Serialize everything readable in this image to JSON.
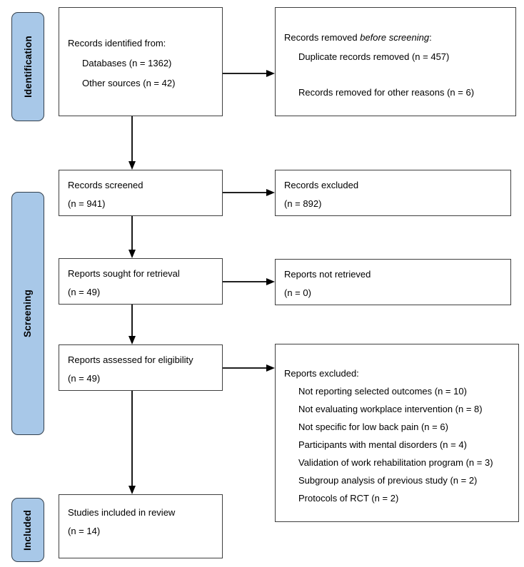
{
  "stages": [
    {
      "label": "Identification"
    },
    {
      "label": "Screening"
    },
    {
      "label": "Included"
    }
  ],
  "boxes": {
    "records_identified": {
      "title": "Records identified from:",
      "items": [
        "Databases (n = 1362)",
        "Other sources (n = 42)"
      ]
    },
    "records_removed": {
      "title_prefix": "Records removed ",
      "title_italic": "before screening",
      "title_suffix": ":",
      "items": [
        "Duplicate records removed (n = 457)",
        "Records removed for other reasons (n = 6)"
      ]
    },
    "records_screened": {
      "lines": [
        "Records screened",
        "(n = 941)"
      ]
    },
    "records_excluded": {
      "lines": [
        "Records excluded",
        "(n = 892)"
      ]
    },
    "reports_sought": {
      "lines": [
        "Reports sought for retrieval",
        "(n = 49)"
      ]
    },
    "reports_not_retrieved": {
      "lines": [
        "Reports not retrieved",
        "(n = 0)"
      ]
    },
    "reports_assessed": {
      "lines": [
        "Reports assessed for eligibility",
        "(n = 49)"
      ]
    },
    "reports_excluded": {
      "title": "Reports excluded:",
      "items": [
        "Not reporting selected outcomes (n = 10)",
        "Not evaluating workplace intervention (n = 8)",
        "Not specific for low back pain (n = 6)",
        "Participants with mental disorders (n = 4)",
        "Validation of work rehabilitation program (n = 3)",
        "Subgroup analysis of previous study (n = 2)",
        "Protocols of RCT (n = 2)"
      ]
    },
    "studies_included": {
      "lines": [
        "Studies included in review",
        "(n = 14)"
      ]
    }
  },
  "colors": {
    "stage_fill": "#a8c8e8",
    "stage_border": "#33404d",
    "box_border": "#3f3f3f",
    "arrow": "#000000"
  }
}
